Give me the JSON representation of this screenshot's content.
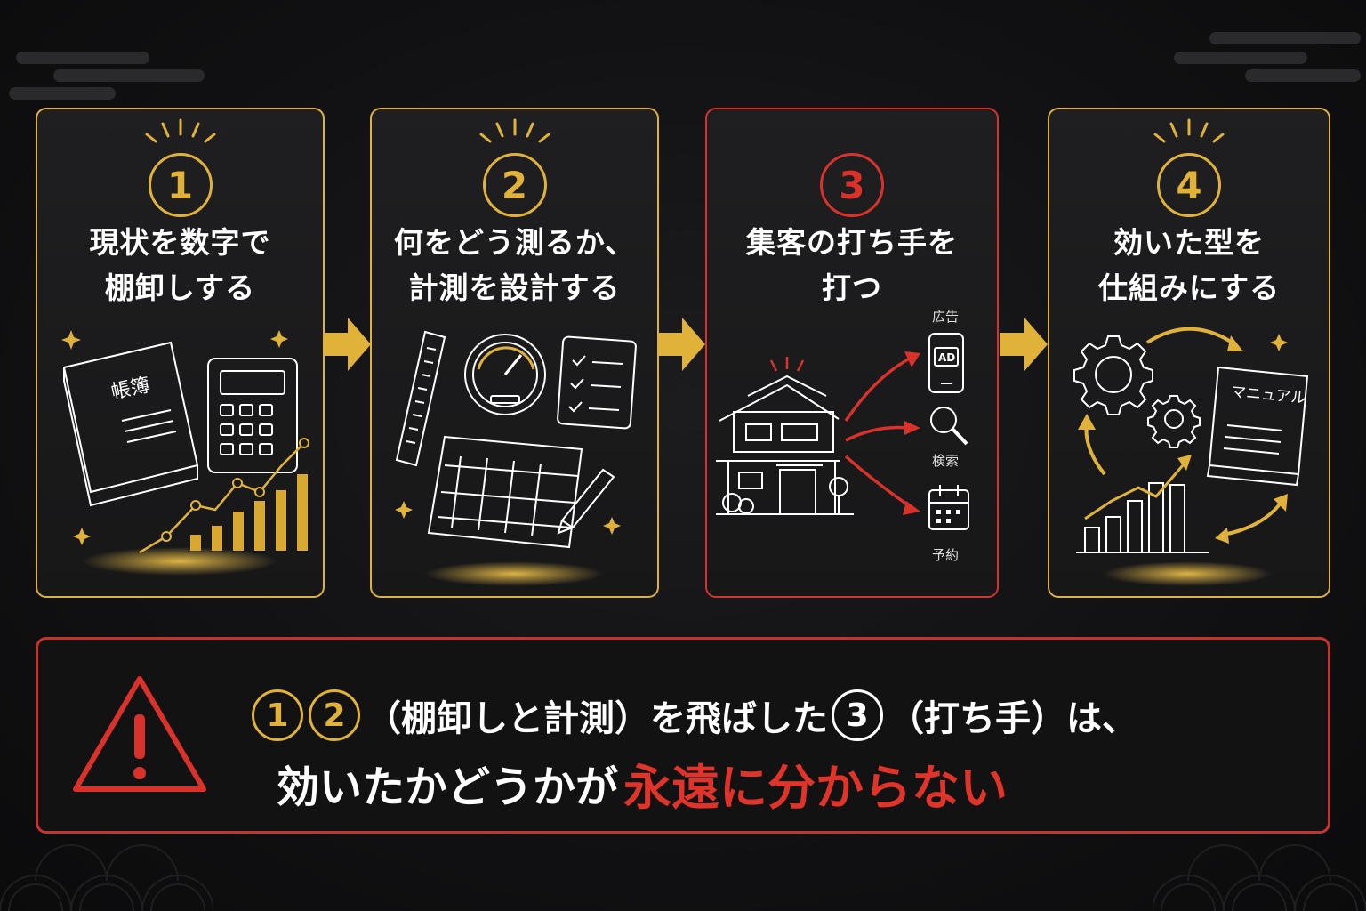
{
  "steps": [
    {
      "number": "1",
      "title_lines": [
        "現状を数字で",
        "棚卸しする"
      ],
      "book_label": "帳簿",
      "accent": "#e0b23a"
    },
    {
      "number": "2",
      "title_lines": [
        "何をどう測るか、",
        "計測を設計する"
      ],
      "accent": "#e0b23a"
    },
    {
      "number": "3",
      "title_lines": [
        "集客の打ち手を",
        "打つ"
      ],
      "channels": [
        "広告",
        "検索",
        "予約"
      ],
      "ad_label": "AD",
      "accent": "#d8322a"
    },
    {
      "number": "4",
      "title_lines": [
        "効いた型を",
        "仕組みにする"
      ],
      "manual_label": "マニュアル",
      "accent": "#e0b23a"
    }
  ],
  "warning": {
    "line1_parts": {
      "c1": "1",
      "c2": "2",
      "text_a": "（棚卸しと計測）を飛ばした",
      "c3": "3",
      "text_b": "（打ち手）は、"
    },
    "line2_white": "効いたかどうかが",
    "line2_red": "永遠に分からない"
  },
  "colors": {
    "gold": "#e0b23a",
    "red": "#d8322a",
    "background": "#151516"
  },
  "icons": [
    "warning-icon",
    "ledger-icon",
    "calculator-icon",
    "ruler-icon",
    "gauge-icon",
    "checklist-icon",
    "blueprint-icon",
    "house-icon",
    "ad-phone-icon",
    "search-icon",
    "calendar-icon",
    "gear-icon",
    "manual-icon",
    "bar-chart-icon"
  ]
}
